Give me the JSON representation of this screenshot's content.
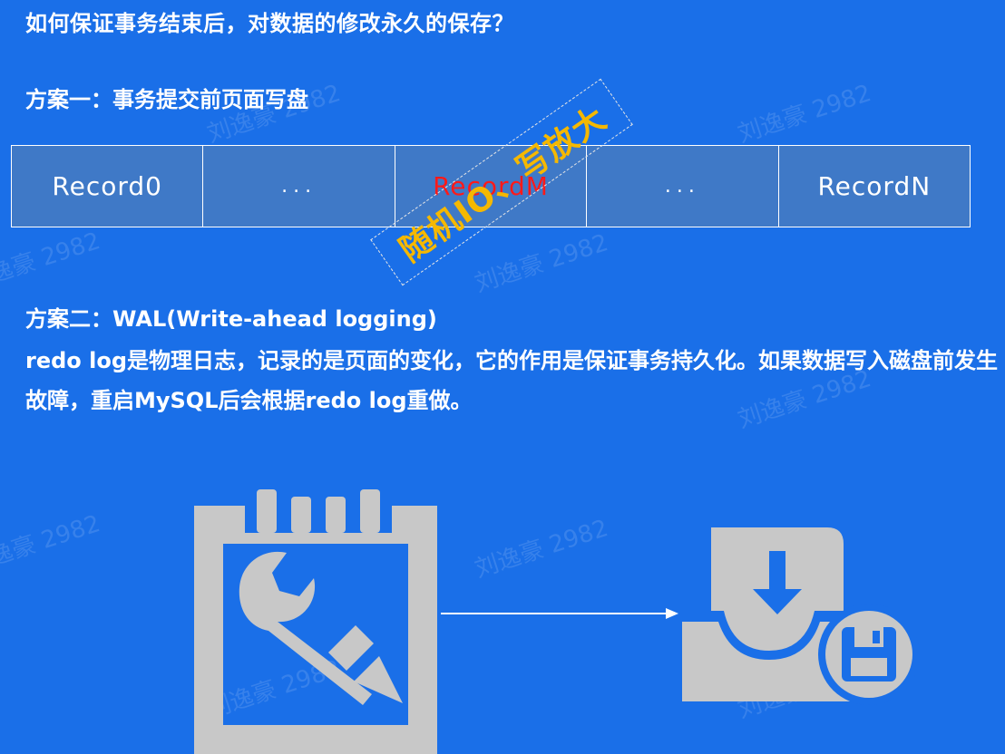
{
  "title": "如何保证事务结束后，对数据的修改永久的保存？",
  "scheme1": {
    "label": "方案一：事务提交前页面写盘"
  },
  "records": [
    {
      "text": "Record0",
      "highlight": false
    },
    {
      "text": "...",
      "highlight": false
    },
    {
      "text": "RecordM",
      "highlight": true
    },
    {
      "text": "...",
      "highlight": false
    },
    {
      "text": "RecordN",
      "highlight": false
    }
  ],
  "annotation": {
    "text": "随机IO、写放大",
    "color": "#f5b800"
  },
  "scheme2": {
    "label": "方案二：WAL(Write-ahead logging)",
    "description": "redo log是物理日志，记录的是页面的变化，它的作用是保证事务持久化。如果数据写入磁盘前发生故障，重启MySQL后会根据redo log重做。"
  },
  "watermark": "刘逸豪 2982",
  "icons": {
    "left": "log-edit-icon",
    "right": "disk-save-icon"
  },
  "colors": {
    "background": "#1a6fe8",
    "cell_fill": "#3f79c7",
    "highlight_text": "#ff1a1a",
    "icon_gray": "#c8c8c8"
  }
}
